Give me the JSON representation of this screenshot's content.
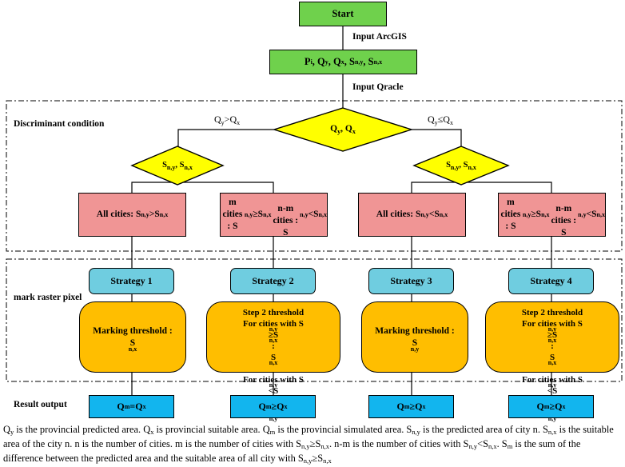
{
  "nodes": {
    "start": "Start",
    "inputs": "P<sub>i</sub>, Q<sub>y</sub>, Q<sub>x</sub>, S<sub>n,y</sub>, S<sub>n,x</sub>",
    "main_decision": "Q<sub>y</sub>, Q<sub>x</sub>",
    "left_decision": "S<sub>n,y</sub>, S<sub>n,x</sub>",
    "right_decision": "S<sub>n,y</sub>, S<sub>n,x</sub>"
  },
  "edge_labels": {
    "input_arcgis": "Input ArcGIS",
    "input_qracle": "Input Qracle",
    "left_branch": "Q<sub>y</sub>&gt;Q<sub>x</sub>",
    "right_branch": "Q<sub>y</sub>≤Q<sub>x</sub>"
  },
  "sections": {
    "discriminant": "Discriminant condition",
    "mark_raster": "mark raster pixel",
    "result_output": "Result output"
  },
  "conditions": [
    "All cities: S<sub>n,y</sub>&gt;S<sub>n,x</sub>",
    "m cities : S<sub>n,y</sub>≥S<sub>n,x</sub><br>n-m cities : S<sub>n,y</sub>&lt;S<sub>n,x</sub>",
    "All cities: S<sub>n,y</sub>&lt;S<sub>n,x</sub>",
    "m cities : S<sub>n,y</sub>≥S<sub>n,x</sub><br>n-m cities : S<sub>n,y</sub>&lt;S<sub>n,x</sub>"
  ],
  "strategies": [
    "Strategy 1",
    "Strategy 2",
    "Strategy 3",
    "Strategy 4"
  ],
  "actions": [
    "<br>Marking threshold :<br>S<sub>n,x</sub>",
    "Step 2 threshold<br>For cities with S<sub>n,y</sub>≥S<sub>n,x</sub>:<br>S<sub>n,x</sub><br>For cities with S<sub>n,y</sub>&lt;S<sub>n,x</sub>:<br>S<sub>n,y</sub>",
    "<br>Marking threshold :<br>S<sub>n,y</sub>",
    "Step 2 threshold<br>For cities with S<sub>n,y</sub>≥S<sub>n,x</sub>:<br>S<sub>n,x</sub><br>For cities with S<sub>n,y</sub>&lt;S<sub>n,x</sub>:<br>S<sub>n,y</sub>"
  ],
  "results": [
    "Q<sub>m</sub>=Q<sub>x</sub>",
    "Q<sub>m</sub>≥Q<sub>x</sub>",
    "Q<sub>m</sub>≥Q<sub>x</sub>",
    "Q<sub>m</sub>≥Q<sub>x</sub>"
  ],
  "caption": "Q<sub>y</sub> is the provincial predicted area. Q<sub>x</sub> is provincial suitable area. Q<sub>m</sub> is the provincial simulated area. S<sub>n,y</sub> is the predicted area of city n. S<sub>n,x</sub> is the suitable area of the city n. n is the number of cities. m is the number of cities with S<sub>n,y</sub>≥S<sub>n,x</sub>. n-m is the number of cities with S<sub>n,y</sub>&lt;S<sub>n,x</sub>. S<sub>m</sub> is the sum of the difference between the predicted area and the suitable area of all city with S<sub>n,y</sub>≥S<sub>n,x</sub>",
  "colors": {
    "start_input": "#6fd14c",
    "decision": "#ffff00",
    "condition": "#f09595",
    "strategy": "#6fcde0",
    "action": "#ffbe00",
    "result": "#12b5ee"
  }
}
